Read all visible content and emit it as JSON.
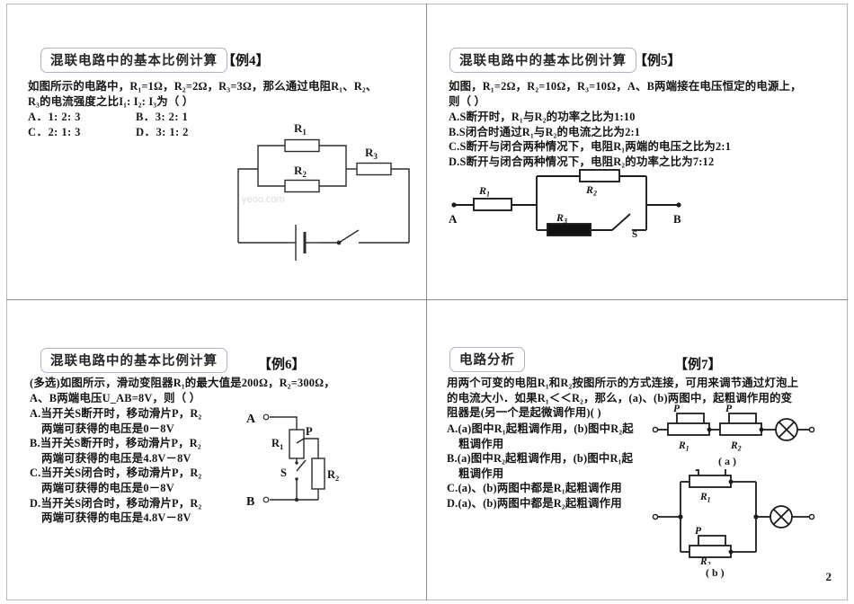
{
  "page": {
    "number": "2",
    "watermark": "yeoo.com"
  },
  "slides": [
    {
      "id": "example-4",
      "chip": "混联电路中的基本比例计算",
      "example_label": "【例4】",
      "question_lines": [
        "如图所示的电路中，R₁=1Ω，R₂=2Ω，R₃=3Ω，那么通过电阻R₁、R₂、",
        "R₃的电流强度之比I₁: I₂: I₃为（      ）"
      ],
      "options": [
        {
          "a": "A．1: 2: 3",
          "b": "B．3: 2: 1"
        },
        {
          "a": "C．2: 1: 3",
          "b": "D．3: 1: 2"
        }
      ],
      "diagram_labels": {
        "r1": "R₁",
        "r2": "R₂",
        "r3": "R₃"
      }
    },
    {
      "id": "example-5",
      "chip": "混联电路中的基本比例计算",
      "example_label": "【例5】",
      "question_lines": [
        "如图，R₁=2Ω，R₂=10Ω，R₃=10Ω，A、B两端接在电压恒定的电源上，",
        "则（  ）"
      ],
      "options": [
        "A.S断开时，R₁与R₂的功率之比为1:10",
        "B.S闭合时通过R₁与R₂的电流之比为2:1",
        "C.S断开与闭合两种情况下，电阻R₁两端的电压之比为2:1",
        "D.S断开与闭合两种情况下，电阻R₂的功率之比为7:12"
      ],
      "diagram_labels": {
        "a": "A",
        "b": "B",
        "r1": "R₁",
        "r2": "R₂",
        "r3": "R₃",
        "s": "S"
      }
    },
    {
      "id": "example-6",
      "chip": "混联电路中的基本比例计算",
      "example_label": "【例6】",
      "question_lines": [
        "(多选)如图所示，滑动变阻器R₁的最大值是200Ω，R₂=300Ω，",
        "A、B两端电压U_AB=8V，则（      ）"
      ],
      "options": [
        {
          "head": "A.当开关S断开时，移动滑片P，R₂",
          "cont": "两端可获得的电压是0－8V"
        },
        {
          "head": "B.当开关S断开时，移动滑片P，R₂",
          "cont": "两端可获得的电压是4.8V－8V"
        },
        {
          "head": "C.当开关S闭合时，移动滑片P，R₂",
          "cont": "两端可获得的电压是0－8V"
        },
        {
          "head": "D.当开关S闭合时，移动滑片P，R₂",
          "cont": "两端可获得的电压是4.8V－8V"
        }
      ],
      "diagram_labels": {
        "a": "A",
        "b": "B",
        "r1": "R₁",
        "r2": "R₂",
        "p": "P",
        "s": "S"
      }
    },
    {
      "id": "example-7",
      "chip": "电路分析",
      "example_label": "【例7】",
      "question_lines": [
        "用两个可变的电阻R₁和R₂按图所示的方式连接，可用来调节通过灯泡上",
        "的电流大小．如果R₁＜＜R₂，那么，(a)、(b)两图中，起粗调作用的变",
        "阻器是(另一个是起微调作用)(      )"
      ],
      "options": [
        {
          "head": "A.(a)图中R₁起粗调作用，(b)图中R₂起",
          "cont": "粗调作用"
        },
        {
          "head": "B.(a)图中R₂起粗调作用，(b)图中R₁起",
          "cont": "粗调作用"
        },
        {
          "head": "C.(a)、(b)两图中都是R₁起粗调作用",
          "cont": ""
        },
        {
          "head": "D.(a)、(b)两图中都是R₂起粗调作用",
          "cont": ""
        }
      ],
      "diagram_labels": {
        "r1": "R₁",
        "r2": "R₂",
        "p": "P",
        "fig_a": "( a )",
        "fig_b": "( b )"
      }
    }
  ]
}
